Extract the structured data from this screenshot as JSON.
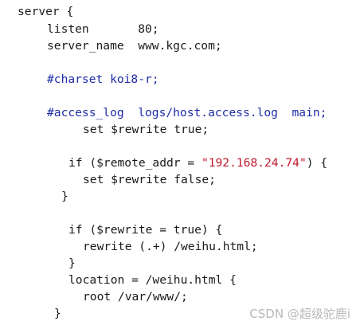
{
  "code": {
    "lines": {
      "l1": "server {",
      "l2": "listen       80;",
      "l3": "server_name  www.kgc.com;",
      "l4": "#charset koi8-r;",
      "l5": "#access_log  logs/host.access.log  main;",
      "l6": "set $rewrite true;",
      "l7_pre": "if ($remote_addr = ",
      "l7_str": "\"192.168.24.74\"",
      "l7_post": ") {",
      "l8": "set $rewrite false;",
      "l9": "}",
      "l10": "if ($rewrite = true) {",
      "l11": "rewrite (.+) /weihu.html;",
      "l12": "}",
      "l13": "location = /weihu.html {",
      "l14": "root /var/www/;",
      "l15": "}"
    }
  },
  "watermark": {
    "text": "CSDN @超级驼鹿i"
  },
  "colors": {
    "comment": "#1d2ca8",
    "string": "#c0182c",
    "text": "#1a1a1a"
  }
}
